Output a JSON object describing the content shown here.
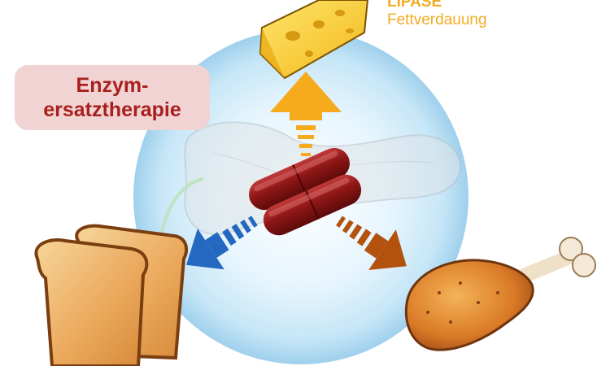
{
  "therapy": {
    "line1": "Enzym-",
    "line2": "ersatztherapie"
  },
  "lipase": {
    "name": "LIPASE",
    "function": "Fettverdauung"
  },
  "colors": {
    "therapy_text": "#a8201e",
    "therapy_box": "#f1d3d3",
    "lipase_arrow": "#f5ab1c",
    "amylase_arrow": "#2468c2",
    "protease_arrow": "#b3520f",
    "capsule": "#8a1414",
    "sphere_center": "#e9f6fd",
    "sphere_edge": "#a9d6ef"
  },
  "icons": [
    "cheese-icon",
    "bread-icon",
    "chicken-leg-icon",
    "capsule-icon",
    "pancreas-icon"
  ]
}
